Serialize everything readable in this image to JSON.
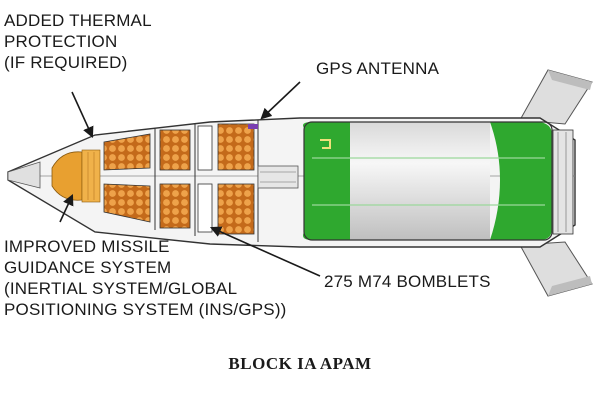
{
  "labels": {
    "thermal": [
      "ADDED THERMAL",
      "PROTECTION",
      "(IF REQUIRED)"
    ],
    "gps": "GPS ANTENNA",
    "guidance": [
      "IMPROVED MISSILE",
      "GUIDANCE SYSTEM",
      "(INERTIAL SYSTEM/GLOBAL",
      "POSITIONING SYSTEM (INS/GPS))"
    ],
    "bomblets": "275 M74 BOMBLETS"
  },
  "caption": "BLOCK IA APAM",
  "colors": {
    "warhead": "#e08a2a",
    "guidance": "#e8a030",
    "motor": "#33b533",
    "body": "#f2f2f2",
    "arrow": "#1a1a1a",
    "antenna": "#7a3fb0"
  }
}
